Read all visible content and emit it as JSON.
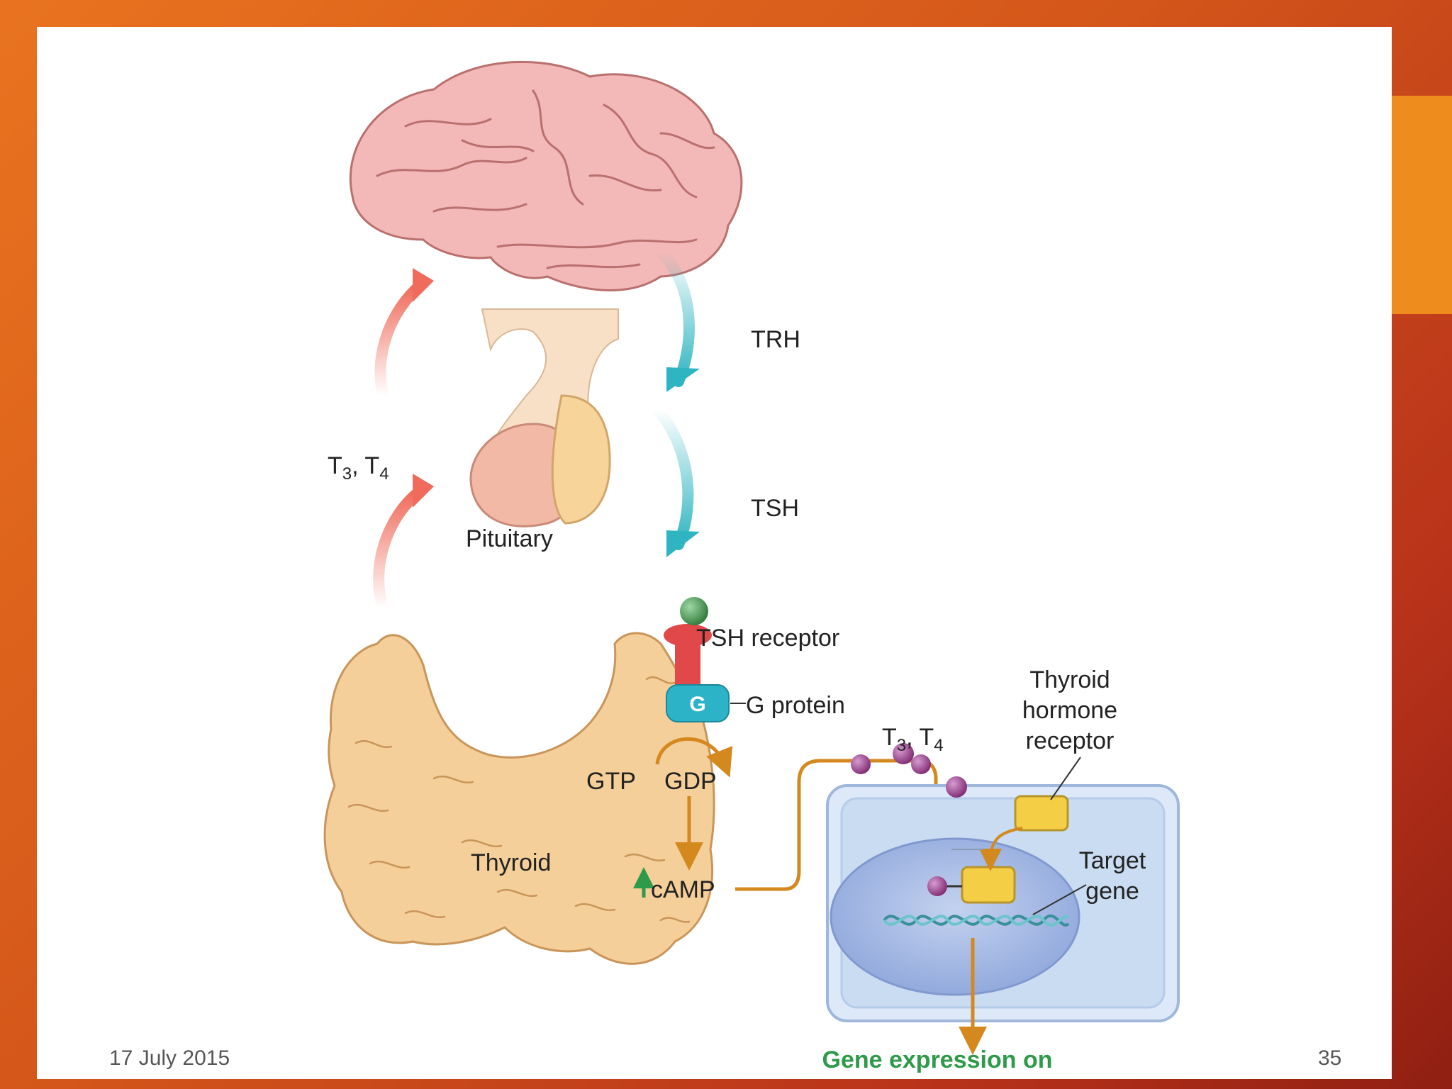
{
  "labels": {
    "trh": "TRH",
    "tsh": "TSH",
    "t3": "T",
    "t3_sub": "3",
    "t4": "T",
    "t4_sub": "4",
    "comma": ", ",
    "pituitary": "Pituitary",
    "tsh_receptor": "TSH receptor",
    "g_letter": "G",
    "g_protein": "G protein",
    "gtp": "GTP",
    "gdp": "GDP",
    "thyroid": "Thyroid",
    "camp": "cAMP",
    "thyroid_hormone_receptor_1": "Thyroid",
    "thyroid_hormone_receptor_2": "hormone",
    "thyroid_hormone_receptor_3": "receptor",
    "target_gene_1": "Target",
    "target_gene_2": "gene",
    "gene_expression": "Gene expression on"
  },
  "footer": {
    "date": "17 July 2015",
    "page_number": "35"
  },
  "colors": {
    "slide_background": "#ffffff",
    "accent_tab": "#ee8c1e",
    "feedback_arrow": "#ef6b5b",
    "release_arrow": "#2fb5c1",
    "pathway_arrow": "#d4891f",
    "gene_expression_text": "#2e9a4a",
    "brain": "#f3b8b8",
    "thyroid_gland": "#f5cf99",
    "g_protein": "#2cb3c8",
    "receptor": "#e0484a",
    "ligand": "#3e9a4a",
    "hormone_dot": "#9a3f8e",
    "hormone_receptor": "#f4cf45",
    "cell": "#c9dcf2",
    "nucleus": "#a8bce4"
  }
}
